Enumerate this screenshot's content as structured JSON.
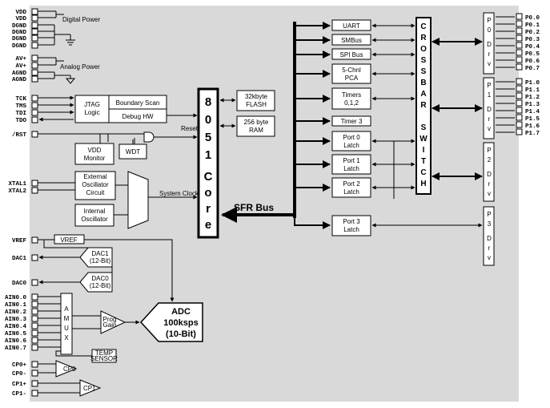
{
  "power": {
    "vdd": [
      "VDD",
      "VDD",
      "DGND",
      "DGND",
      "DGND",
      "DGND"
    ],
    "digital_label": "Digital Power",
    "av": [
      "AV+",
      "AV+",
      "AGND",
      "AGND"
    ],
    "analog_label": "Analog Power"
  },
  "jtag": {
    "pins": [
      "TCK",
      "TMS",
      "TDI",
      "TDO"
    ],
    "logic_l1": "JTAG",
    "logic_l2": "Logic",
    "boundary": "Boundary Scan",
    "debug": "Debug HW"
  },
  "rst": {
    "pin": "/RST",
    "reset_label": "Reset"
  },
  "monitor": {
    "l1": "VDD",
    "l2": "Monitor",
    "wdt": "WDT"
  },
  "osc": {
    "pins": [
      "XTAL1",
      "XTAL2"
    ],
    "ext_l1": "External",
    "ext_l2": "Oscillator",
    "ext_l3": "Circuit",
    "int_l1": "Internal",
    "int_l2": "Oscillator",
    "clock_label": "System Clock"
  },
  "core": {
    "chars": [
      "8",
      "0",
      "5",
      "1",
      "C",
      "o",
      "r",
      "e"
    ]
  },
  "memory": {
    "flash_l1": "32kbyte",
    "flash_l2": "FLASH",
    "ram_l1": "256 byte",
    "ram_l2": "RAM"
  },
  "sfr_label": "SFR Bus",
  "periph": {
    "uart": "UART",
    "smbus": "SMBus",
    "spi": "SPI Bus",
    "pca_l1": "5-Chnl",
    "pca_l2": "PCA",
    "timers_l1": "Timers",
    "timers_l2": "0,1,2",
    "timer3": "Timer 3",
    "p0_l1": "Port 0",
    "p0_l2": "Latch",
    "p1_l1": "Port 1",
    "p1_l2": "Latch",
    "p2_l1": "Port 2",
    "p2_l2": "Latch",
    "p3_l1": "Port 3",
    "p3_l2": "Latch"
  },
  "crossbar": [
    "C",
    "R",
    "O",
    "S",
    "S",
    "B",
    "A",
    "R",
    "",
    "S",
    "W",
    "I",
    "T",
    "C",
    "H"
  ],
  "drv": {
    "p0": [
      "P",
      "0",
      "D",
      "r",
      "v"
    ],
    "p1": [
      "P",
      "1",
      "D",
      "r",
      "v"
    ],
    "p2": [
      "P",
      "2",
      "D",
      "r",
      "v"
    ],
    "p3": [
      "P",
      "3",
      "D",
      "r",
      "v"
    ]
  },
  "ports": {
    "p0": [
      "P0.0",
      "P0.1",
      "P0.2",
      "P0.3",
      "P0.4",
      "P0.5",
      "P0.6",
      "P0.7"
    ],
    "p1": [
      "P1.0",
      "P1.1",
      "P1.2",
      "P1.3",
      "P1.4",
      "P1.5",
      "P1.6",
      "P1.7"
    ]
  },
  "analog": {
    "vref_pin": "VREF",
    "vref_box": "VREF",
    "dac1_pin": "DAC1",
    "dac1_l1": "DAC1",
    "dac1_l2": "(12-Bit)",
    "dac0_pin": "DAC0",
    "dac0_l1": "DAC0",
    "dac0_l2": "(12-Bit)",
    "ain_pins": [
      "AIN0.0",
      "AIN0.1",
      "AIN0.2",
      "AIN0.3",
      "AIN0.4",
      "AIN0.5",
      "AIN0.6",
      "AIN0.7"
    ],
    "amux": [
      "A",
      "M",
      "U",
      "X"
    ],
    "prog_l1": "Prog",
    "prog_l2": "Gain",
    "adc_l1": "ADC",
    "adc_l2": "100ksps",
    "adc_l3": "(10-Bit)",
    "temp_l1": "TEMP",
    "temp_l2": "SENSOR",
    "cp_pins": [
      "CP0+",
      "CP0-",
      "CP1+",
      "CP1-"
    ],
    "cp0": "CP0",
    "cp1": "CP1"
  }
}
